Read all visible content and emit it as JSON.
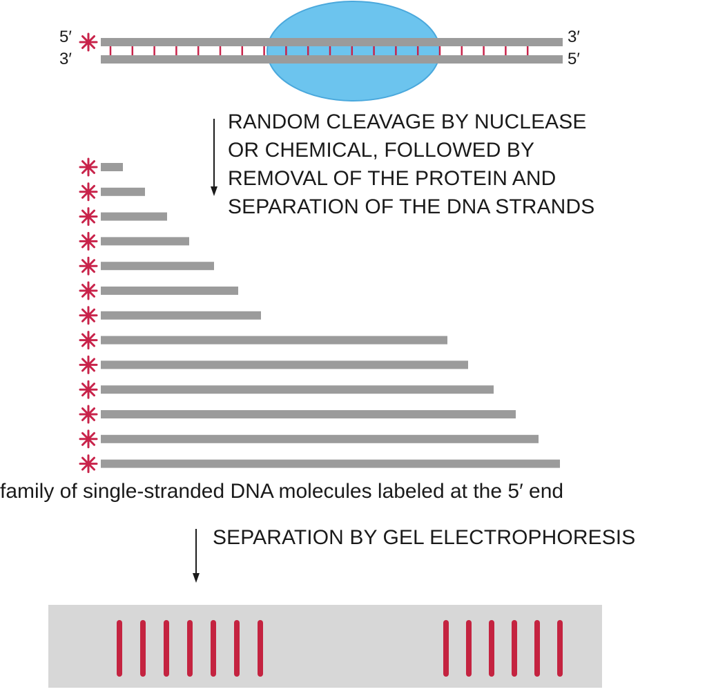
{
  "duplex": {
    "top_left_label": "5′",
    "bottom_left_label": "3′",
    "top_right_label": "3′",
    "bottom_right_label": "5′"
  },
  "step1": {
    "lines": [
      "RANDOM CLEAVAGE BY NUCLEASE",
      "OR CHEMICAL, FOLLOWED BY",
      "REMOVAL OF THE PROTEIN AND",
      "SEPARATION OF THE DNA STRANDS"
    ]
  },
  "fragments_caption": "family of single-stranded DNA molecules labeled at the 5′ end",
  "step2": {
    "text": "SEPARATION BY GEL ELECTROPHORESIS"
  },
  "gel": {
    "left_group_bands": 7,
    "right_group_bands": 6
  },
  "colors": {
    "strand": "#9b9b9b",
    "label": "#c8234a",
    "protein": "#6cc4ee",
    "protein_edge": "#4aa8dc",
    "gel": "#d7d7d7",
    "band": "#c42340",
    "arrow": "#1a1a1a"
  }
}
